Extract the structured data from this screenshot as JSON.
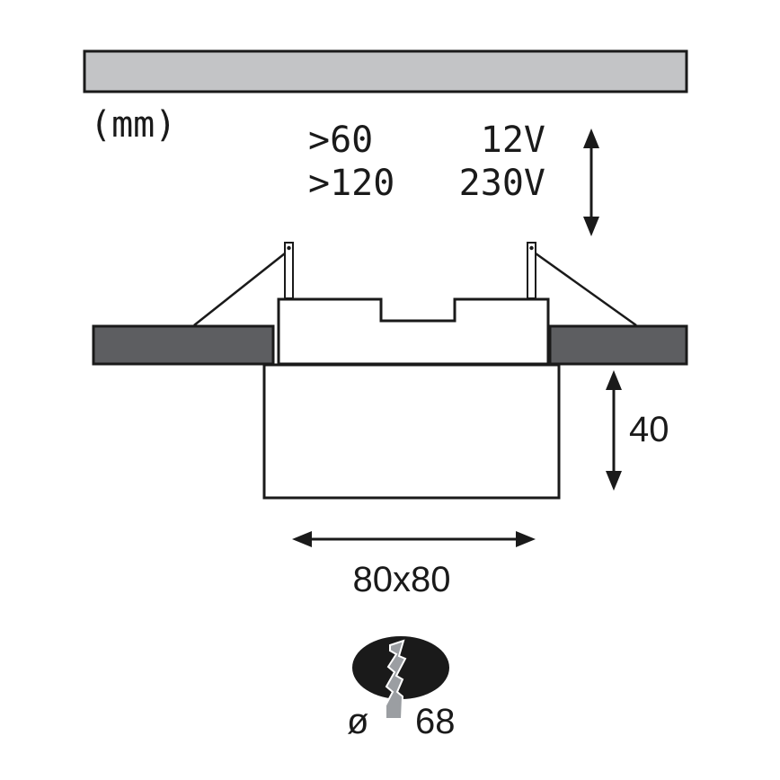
{
  "units": "(mm)",
  "clearance": {
    "row1": {
      "distance": ">60",
      "voltage": "12V"
    },
    "row2": {
      "distance": ">120",
      "voltage": "230V"
    }
  },
  "dimensions": {
    "height": "40",
    "width": "80x80",
    "cutout_symbol": "ø",
    "cutout_value": "68"
  },
  "colors": {
    "ceiling": "#c3c4c6",
    "panel": "#5d5e61",
    "line": "#1a1a1a",
    "fixture": "#ffffff"
  },
  "icons": [
    "cutout-drill-icon",
    "vertical-double-arrow-icon",
    "horizontal-double-arrow-icon"
  ]
}
